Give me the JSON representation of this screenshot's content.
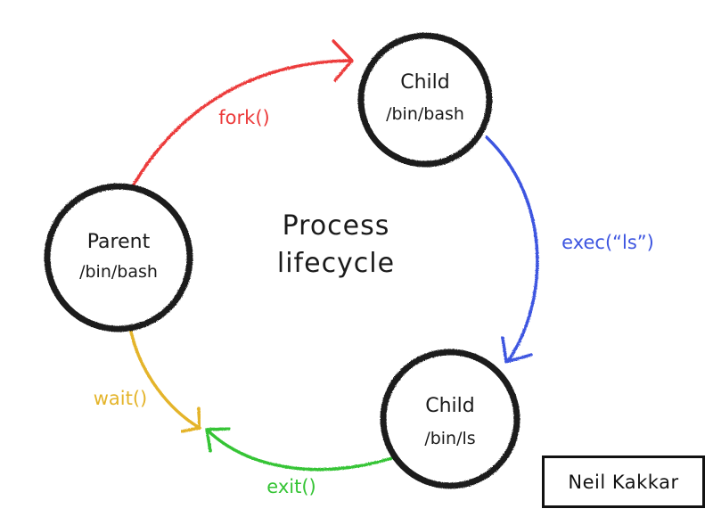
{
  "diagram": {
    "center_title": [
      "Process",
      "lifecycle"
    ],
    "nodes": {
      "parent": {
        "title": "Parent",
        "subtitle": "/bin/bash"
      },
      "child_bash": {
        "title": "Child",
        "subtitle": "/bin/bash"
      },
      "child_ls": {
        "title": "Child",
        "subtitle": "/bin/ls"
      }
    },
    "edges": {
      "fork": {
        "label": "fork()",
        "color": "#ec3a3a"
      },
      "exec": {
        "label": "exec(“ls”)",
        "color": "#3d55e0"
      },
      "exit": {
        "label": "exit()",
        "color": "#35c435"
      },
      "wait": {
        "label": "wait()",
        "color": "#e4b42a"
      }
    },
    "credit": "Neil Kakkar"
  }
}
